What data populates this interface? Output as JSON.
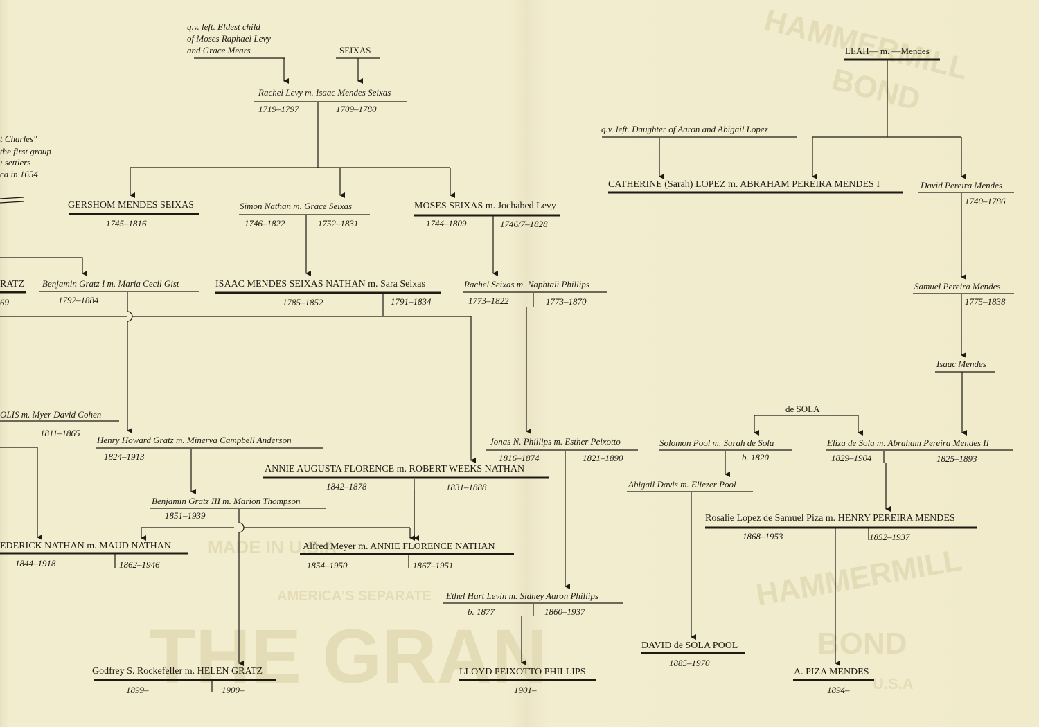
{
  "watermark": {
    "brand1": "HAMMERMILL",
    "brand2": "BOND",
    "brand3": "HAMMERMILL",
    "brand4": "BOND",
    "made_in": "MADE IN U.S.A",
    "u_s_a": "U.S.A",
    "americas": "AMERICA'S SEPARATE",
    "big": "THE GRAN"
  },
  "people": {
    "levy_note_1": "q.v. left. Eldest child",
    "levy_note_2": "of Moses Raphael Levy",
    "levy_note_3": "and Grace Mears",
    "seixas": "SEIXAS",
    "rachel_levy": "Rachel Levy m. Isaac Mendes Seixas",
    "rachel_levy_d1": "1719–1797",
    "rachel_levy_d2": "1709–1780",
    "charles_1": "t Charles\"",
    "charles_2": "the first group",
    "charles_3": "ı settlers",
    "charles_4": "ca in 1654",
    "gershom": "GERSHOM MENDES SEIXAS",
    "gershom_d": "1745–1816",
    "simon_nathan": "Simon Nathan m. Grace Seixas",
    "simon_nathan_d1": "1746–1822",
    "simon_nathan_d2": "1752–1831",
    "moses_seixas": "MOSES SEIXAS m. Jochabed Levy",
    "moses_seixas_d1": "1744–1809",
    "moses_seixas_d2": "1746/7–1828",
    "ratz": "RATZ",
    "ratz_d": "69",
    "benjamin_gratz_1": "Benjamin Gratz I m. Maria Cecil Gist",
    "benjamin_gratz_1_d": "1792–1884",
    "isaac_nathan": "ISAAC MENDES SEIXAS NATHAN m. Sara Seixas",
    "isaac_nathan_d1": "1785–1852",
    "isaac_nathan_d2": "1791–1834",
    "rachel_seixas": "Rachel Seixas m. Naphtali Phillips",
    "rachel_seixas_d1": "1773–1822",
    "rachel_seixas_d2": "1773–1870",
    "solis": "OLIS m. Myer David Cohen",
    "solis_d": "1811–1865",
    "henry_gratz": "Henry Howard Gratz m. Minerva Campbell Anderson",
    "henry_gratz_d": "1824–1913",
    "jonas_phillips": "Jonas N. Phillips m. Esther Peixotto",
    "jonas_phillips_d1": "1816–1874",
    "jonas_phillips_d2": "1821–1890",
    "annie_augusta": "ANNIE AUGUSTA FLORENCE m. ROBERT WEEKS NATHAN",
    "annie_augusta_d1": "1842–1878",
    "annie_augusta_d2": "1831–1888",
    "benjamin_gratz_3": "Benjamin Gratz III m. Marion Thompson",
    "benjamin_gratz_3_d": "1851–1939",
    "frederick": "EDERICK NATHAN m. MAUD NATHAN",
    "frederick_d1": "1844–1918",
    "frederick_d2": "1862–1946",
    "alfred_meyer": "Alfred Meyer m. ANNIE FLORENCE NATHAN",
    "alfred_meyer_d1": "1854–1950",
    "alfred_meyer_d2": "1867–1951",
    "ethel_levin": "Ethel Hart Levin m. Sidney Aaron Phillips",
    "ethel_levin_d1": "b. 1877",
    "ethel_levin_d2": "1860–1937",
    "godfrey": "Godfrey S. Rockefeller m. HELEN GRATZ",
    "godfrey_d1": "1899–",
    "godfrey_d2": "1900–",
    "lloyd": "LLOYD PEIXOTTO PHILLIPS",
    "lloyd_d": "1901–",
    "leah": "LEAH— m. —Mendes",
    "lopez_note": "q.v. left. Daughter of Aaron and Abigail Lopez",
    "catherine": "CATHERINE (Sarah) LOPEZ m. ABRAHAM PEREIRA MENDES I",
    "david_pereira": "David Pereira Mendes",
    "david_pereira_d": "1740–1786",
    "samuel_pereira": "Samuel Pereira Mendes",
    "samuel_pereira_d": "1775–1838",
    "isaac_mendes": "Isaac Mendes",
    "de_sola": "de SOLA",
    "solomon_pool": "Solomon Pool m. Sarah de Sola",
    "solomon_pool_d": "b. 1820",
    "eliza_de_sola": "Eliza de Sola m. Abraham Pereira Mendes II",
    "eliza_de_sola_d1": "1829–1904",
    "eliza_de_sola_d2": "1825–1893",
    "abigail_davis": "Abigail Davis m. Eliezer Pool",
    "rosalie": "Rosalie Lopez de Samuel Piza m. HENRY PEREIRA MENDES",
    "rosalie_d1": "1868–1953",
    "rosalie_d2": "1852–1937",
    "david_pool": "DAVID de SOLA POOL",
    "david_pool_d": "1885–1970",
    "piza_mendes": "A. PIZA MENDES",
    "piza_mendes_d": "1894–"
  }
}
